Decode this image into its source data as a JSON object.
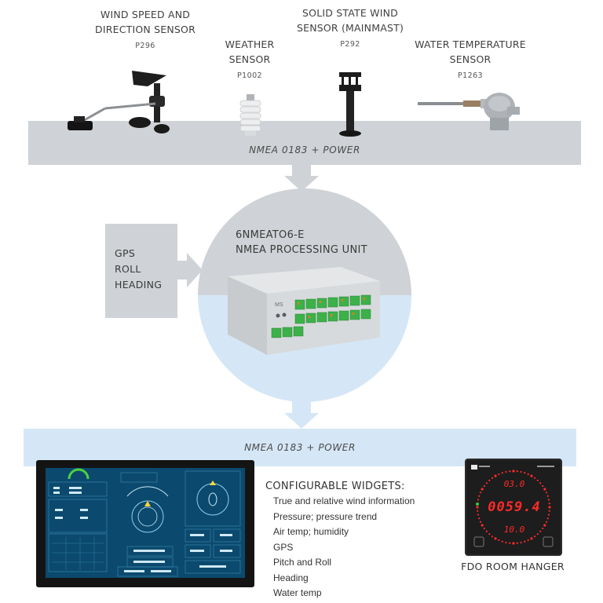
{
  "sensors": [
    {
      "name_lines": [
        "WIND SPEED AND",
        "DIRECTION SENSOR"
      ],
      "code": "P296"
    },
    {
      "name_lines": [
        "WEATHER",
        "SENSOR"
      ],
      "code": "P1002"
    },
    {
      "name_lines": [
        "SOLID STATE WIND",
        "SENSOR (MAINMAST)"
      ],
      "code": "P292"
    },
    {
      "name_lines": [
        "WATER TEMPERATURE",
        "SENSOR"
      ],
      "code": "P1263"
    }
  ],
  "top_band": {
    "label": "NMEA 0183 + POWER"
  },
  "inputs_box": {
    "lines": [
      "GPS",
      "ROLL",
      "HEADING"
    ]
  },
  "processing_unit": {
    "title_lines": [
      "6NMEATO6-E",
      "NMEA PROCESSING UNIT"
    ]
  },
  "bottom_band": {
    "label": "NMEA 0183 + POWER"
  },
  "widgets": {
    "title": "CONFIGURABLE WIDGETS:",
    "items": [
      "True and relative wind information",
      "Pressure; pressure trend",
      "Air temp; humidity",
      "GPS",
      "Pitch and Roll",
      "Heading",
      "Water temp"
    ]
  },
  "hanger": {
    "label": "FDO ROOM HANGER",
    "readouts": [
      "03.0",
      "0059.4",
      "10.0"
    ]
  },
  "colors": {
    "gray_band": "#cfd2d6",
    "blue_band": "#d5e7f6",
    "screen_bg": "#0b4a6e",
    "terminal_green": "#39b54a",
    "led_red": "#ff2a2a"
  }
}
